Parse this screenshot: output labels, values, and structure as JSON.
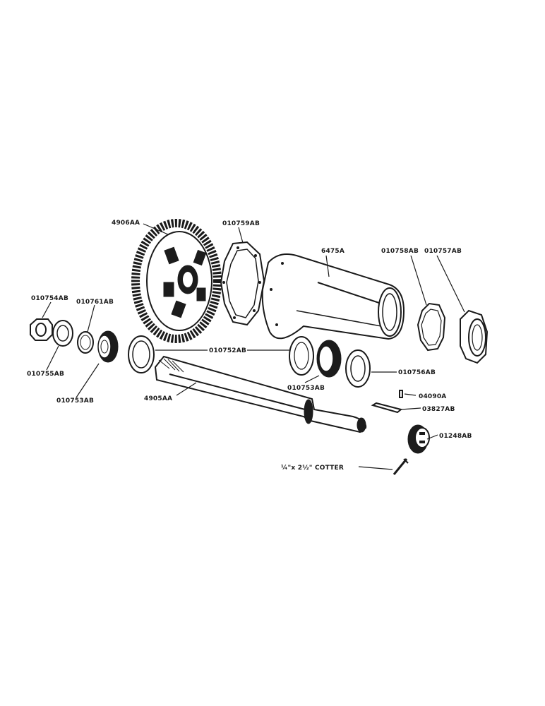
{
  "parts": {
    "gear": "4906AA",
    "gasket_large": "010759AB",
    "housing": "6475A",
    "gasket_small": "010758AB",
    "retainer": "010757AB",
    "nut": "010754AB",
    "washer": "010755AB",
    "ring": "010761AB",
    "bearing_left": "010753AB",
    "cup": "010752AB",
    "shaft": "4905AA",
    "bearing_mid": "010753AB",
    "cone": "010756AB",
    "pin": "04090A",
    "key": "03827AB",
    "flange": "01248AB",
    "cotter": "¼\"x 2½\" COTTER"
  },
  "colors": {
    "ink": "#1a1a1a",
    "paper": "#ffffff"
  }
}
